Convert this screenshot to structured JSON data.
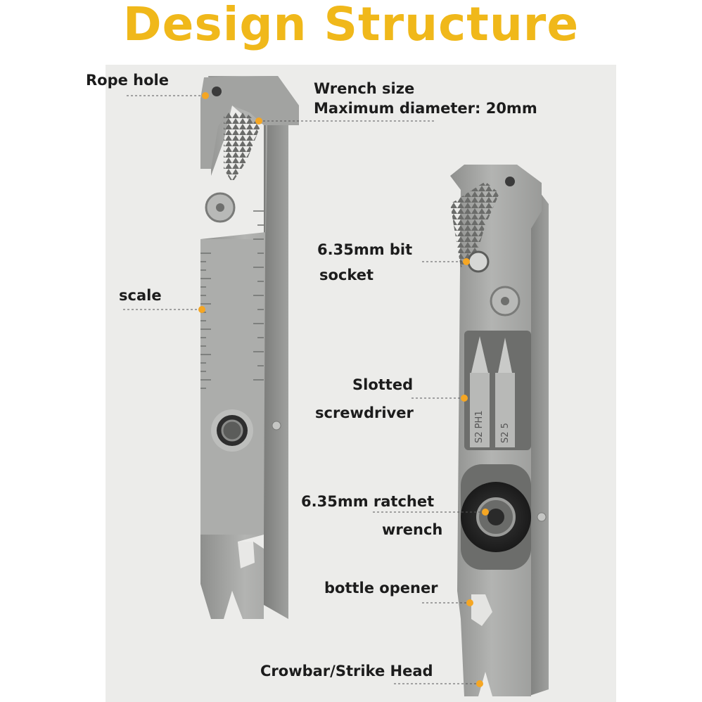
{
  "title": "Design Structure",
  "colors": {
    "title": "#f0b81a",
    "callout_dot": "#f5a623",
    "metal": "#a7a8a6",
    "background": "#ececea"
  },
  "labels": {
    "rope_hole": "Rope hole",
    "wrench_size_line1": "Wrench size",
    "wrench_size_line2": "Maximum diameter: 20mm",
    "bit_socket_line1": "6.35mm bit",
    "bit_socket_line2": "socket",
    "scale": "scale",
    "slotted_line1": "Slotted",
    "slotted_line2": "screwdriver",
    "ratchet_line1": "6.35mm ratchet",
    "ratchet_line2": "wrench",
    "bottle_opener": "bottle opener",
    "crowbar": "Crowbar/Strike Head"
  },
  "bit_markings": {
    "left_bit": "S2 PH1",
    "right_bit": "S2 5"
  }
}
